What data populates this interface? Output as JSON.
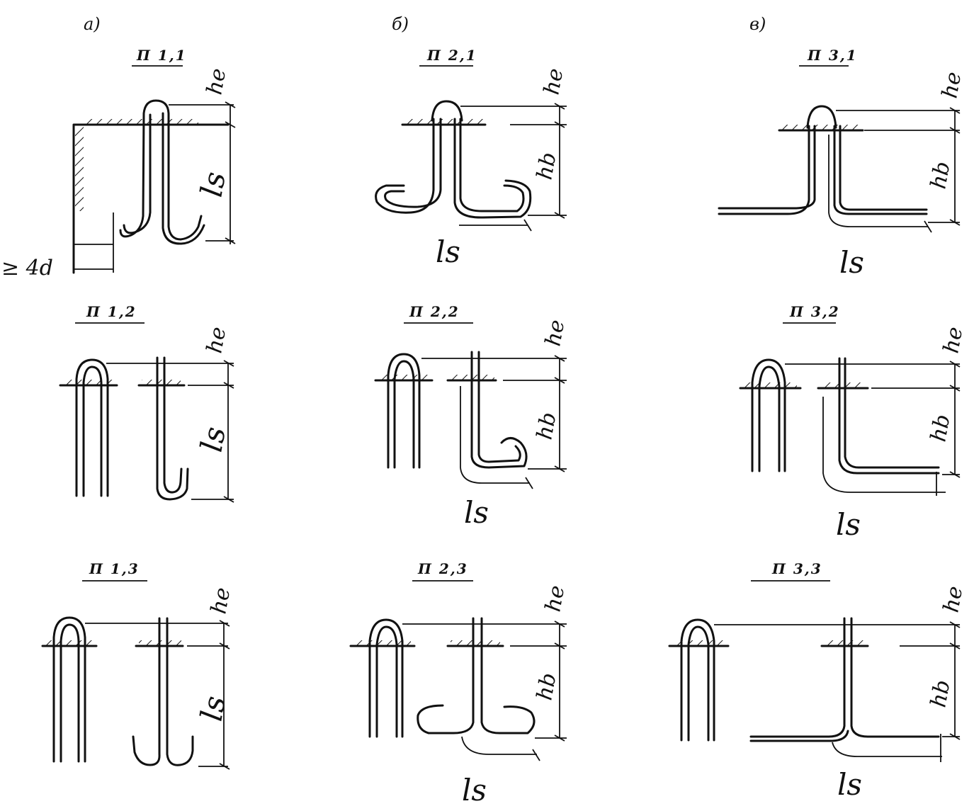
{
  "columns": [
    {
      "label": "а)",
      "codes": [
        "П 1,1",
        "П 1,2",
        "П 1,3"
      ]
    },
    {
      "label": "б)",
      "codes": [
        "П 2,1",
        "П 2,2",
        "П 2,3"
      ]
    },
    {
      "label": "в)",
      "codes": [
        "П 3,1",
        "П 3,2",
        "П 3,3"
      ]
    }
  ],
  "dims": {
    "he": "he",
    "ls": "ls",
    "hb": "hb",
    "min_gap": "≥ 4d"
  },
  "colors": {
    "ink": "#111111",
    "paper": "#ffffff"
  }
}
